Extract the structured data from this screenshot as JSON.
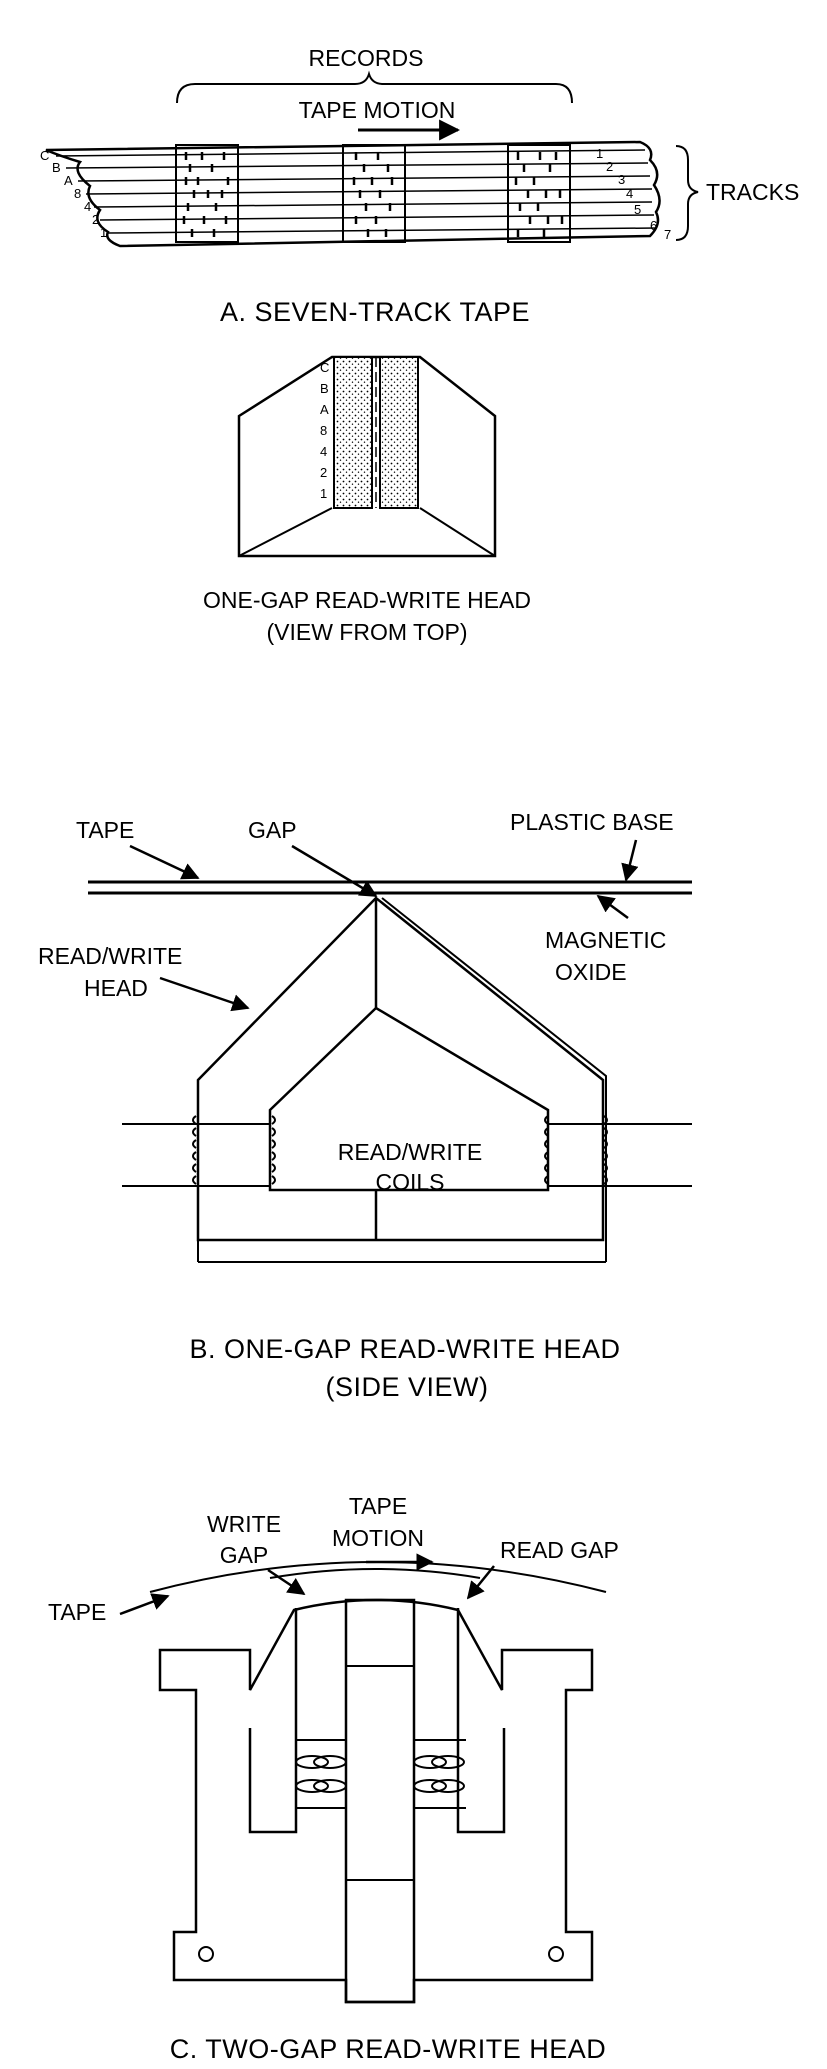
{
  "panel_a": {
    "records_label": "RECORDS",
    "tape_motion_label": "TAPE MOTION",
    "tracks_label": "TRACKS",
    "left_track_codes": [
      "C",
      "B",
      "A",
      "8",
      "4",
      "2",
      "1"
    ],
    "right_track_numbers": [
      "1",
      "2",
      "3",
      "4",
      "5",
      "6",
      "7"
    ],
    "caption": "A. SEVEN-TRACK TAPE"
  },
  "head_top": {
    "track_codes": [
      "C",
      "B",
      "A",
      "8",
      "4",
      "2",
      "1"
    ],
    "caption_line1": "ONE-GAP READ-WRITE HEAD",
    "caption_line2": "(VIEW FROM TOP)"
  },
  "panel_b": {
    "tape_label": "TAPE",
    "gap_label": "GAP",
    "plastic_base_label": "PLASTIC BASE",
    "magnetic_oxide_line1": "MAGNETIC",
    "magnetic_oxide_line2": "OXIDE",
    "head_line1": "READ/WRITE",
    "head_line2": "HEAD",
    "coils_line1": "READ/WRITE",
    "coils_line2": "COILS",
    "caption_line1": "B. ONE-GAP READ-WRITE HEAD",
    "caption_line2": "(SIDE VIEW)"
  },
  "panel_c": {
    "tape_motion_line1": "TAPE",
    "tape_motion_line2": "MOTION",
    "write_gap_line1": "WRITE",
    "write_gap_line2": "GAP",
    "read_gap_label": "READ GAP",
    "tape_label": "TAPE",
    "caption": "C. TWO-GAP READ-WRITE HEAD"
  }
}
